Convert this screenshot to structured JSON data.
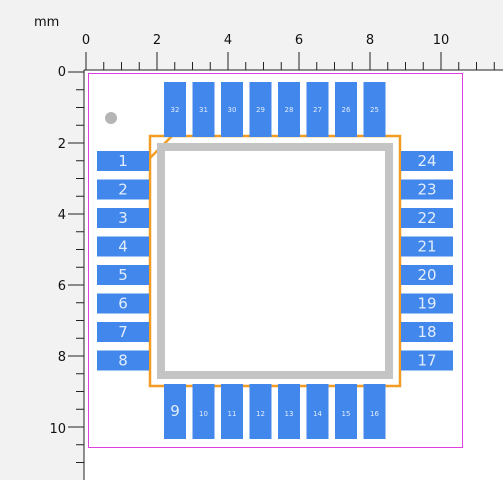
{
  "units": {
    "label": "mm"
  },
  "rulers": {
    "top_labels": [
      "0",
      "2",
      "4",
      "6",
      "8",
      "10"
    ],
    "left_labels": [
      "0",
      "2",
      "4",
      "6",
      "8",
      "10"
    ]
  },
  "colors": {
    "canvas": "#ffffff",
    "ruler_bg": "#f2f2f2",
    "pad": "#4287ec",
    "outline": "#f39c23",
    "body": "#c4c4c4",
    "courtyard": "#e040e0",
    "pin1_marker": "#b5b5b5"
  },
  "footprint": {
    "left_pins": [
      "1",
      "2",
      "3",
      "4",
      "5",
      "6",
      "7",
      "8"
    ],
    "bottom_pins": [
      "9",
      "10",
      "11",
      "12",
      "13",
      "14",
      "15",
      "16"
    ],
    "right_pins": [
      "17",
      "18",
      "19",
      "20",
      "21",
      "22",
      "23",
      "24"
    ],
    "top_pins": [
      "25",
      "26",
      "27",
      "28",
      "29",
      "30",
      "31",
      "32"
    ]
  }
}
